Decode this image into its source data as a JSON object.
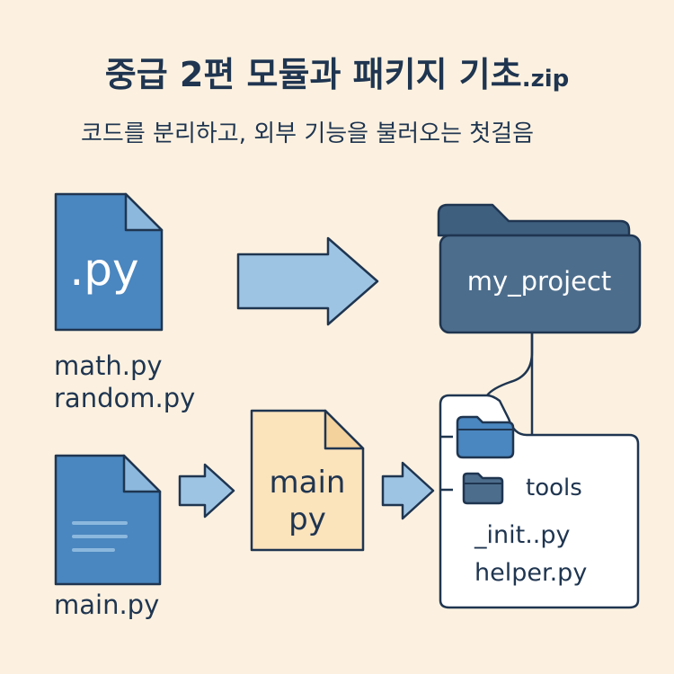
{
  "title": {
    "main": "중급 2편  모듈과 패키지 기초",
    "ext": ".zip"
  },
  "subtitle": "코드를 분리하고, 외부 기능을 불러오는 첫걸음",
  "left_file": {
    "badge": ".py",
    "names": [
      "math.py",
      "random.py"
    ]
  },
  "main_file": {
    "name": "main.py"
  },
  "center_file": {
    "line1": "main",
    "line2": "py"
  },
  "project_folder": {
    "name": "my_project"
  },
  "tree": {
    "folder_label": "tools",
    "files": [
      "_init..py",
      "helper.py"
    ]
  },
  "colors": {
    "background": "#fcf1e0",
    "file_blue": "#4a86bf",
    "file_fold": "#8cb8de",
    "outline": "#1f3550",
    "arrow": "#9ec4e4",
    "folder": "#4d6d8c",
    "folder_back": "#3f5f7f",
    "center_file": "#fbe3bc",
    "panel": "#ffffff"
  },
  "icons": [
    "python-file-icon",
    "text-file-icon",
    "folder-icon",
    "arrow-right-icon"
  ]
}
